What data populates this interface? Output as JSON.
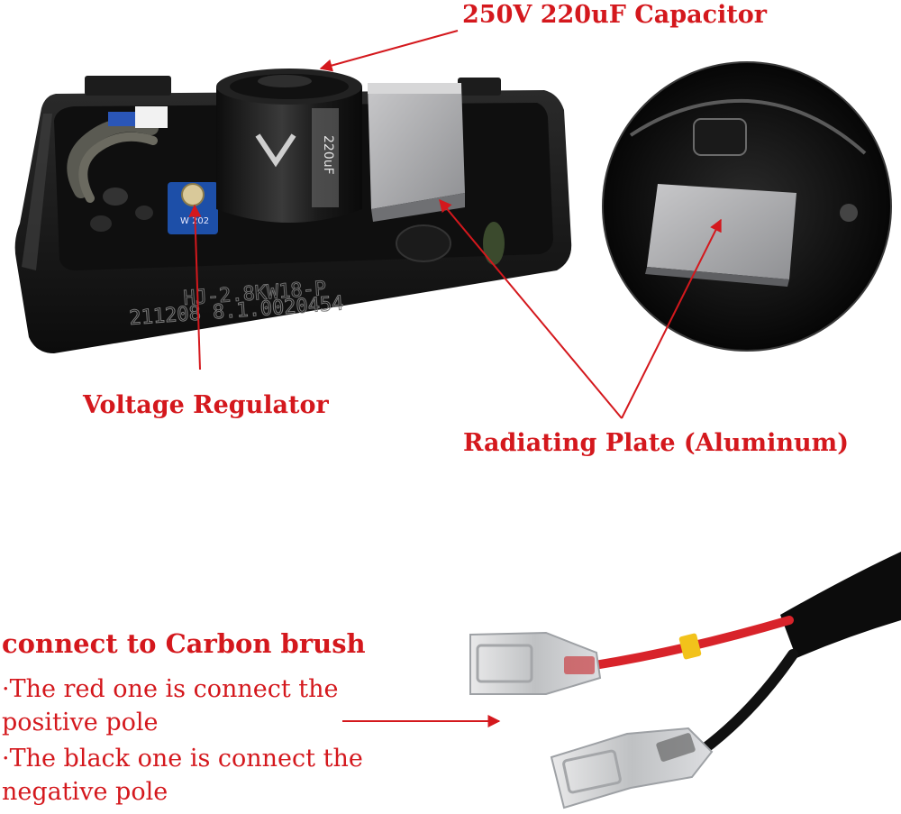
{
  "labels": {
    "capacitor": "250V 220uF Capacitor",
    "voltage_regulator": "Voltage Regulator",
    "radiating_plate": "Radiating Plate (Aluminum)",
    "carbon_brush": "connect to Carbon brush"
  },
  "notes": {
    "red_line1": "·The red one is connect the",
    "red_line2": "positive pole",
    "black_line1": "·The black one is connect the",
    "black_line2": "negative pole"
  },
  "markings": {
    "line1": "HJ-2.8KW18-P",
    "line2": "211208 8.1.0020454",
    "trimmer": "W 202",
    "capacitor_text": "220uF"
  },
  "colors": {
    "annotation": "#d4181d",
    "housing": "#151515",
    "heatsink": "#a7a8ab",
    "trimmer": "#1d4fa8",
    "red_wire": "#d8232a",
    "black_wire": "#111111"
  }
}
